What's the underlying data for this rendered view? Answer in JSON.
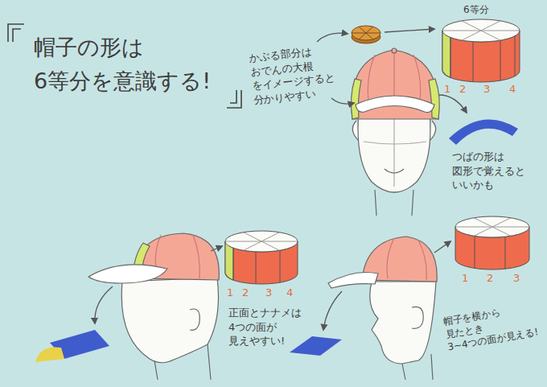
{
  "diagram": {
    "title": "帽子の形は 6等分を意識する!",
    "labels": [
      "かぶる部分は おでんの大根 をイメージすると 分かりやすい",
      "6等分",
      "1",
      "2",
      "3",
      "4",
      "つばの形は 図形で覚えると いいかも",
      "1",
      "2",
      "3",
      "4",
      "正面とナナメは 4つの面が 見えやすい!",
      "1",
      "2",
      "3",
      "帽子を横から 見たとき 3~4つの面が見える!"
    ]
  }
}
